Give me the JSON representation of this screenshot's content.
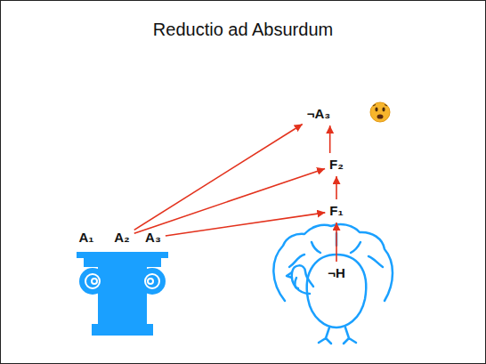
{
  "diagram": {
    "title": "Reductio ad Absurdum",
    "nodes": [
      {
        "text": [
          "¬A₃"
        ]
      },
      {
        "text": [
          "F₂"
        ]
      },
      {
        "text": [
          "F₁"
        ]
      },
      {
        "text": [
          "A₁"
        ]
      },
      {
        "text": [
          "A₂"
        ]
      },
      {
        "text": [
          "A₃"
        ]
      },
      {
        "text": [
          "¬H"
        ]
      }
    ],
    "edges": [
      {
        "from": 4,
        "to": 0,
        "arrow": "to"
      },
      {
        "from": 4,
        "to": 1,
        "arrow": "to"
      },
      {
        "from": 5,
        "to": 2,
        "arrow": "to"
      },
      {
        "from": 6,
        "to": 2,
        "arrow": "to"
      },
      {
        "from": 2,
        "to": 1,
        "arrow": "to"
      },
      {
        "from": 1,
        "to": 0,
        "arrow": "to"
      }
    ]
  }
}
